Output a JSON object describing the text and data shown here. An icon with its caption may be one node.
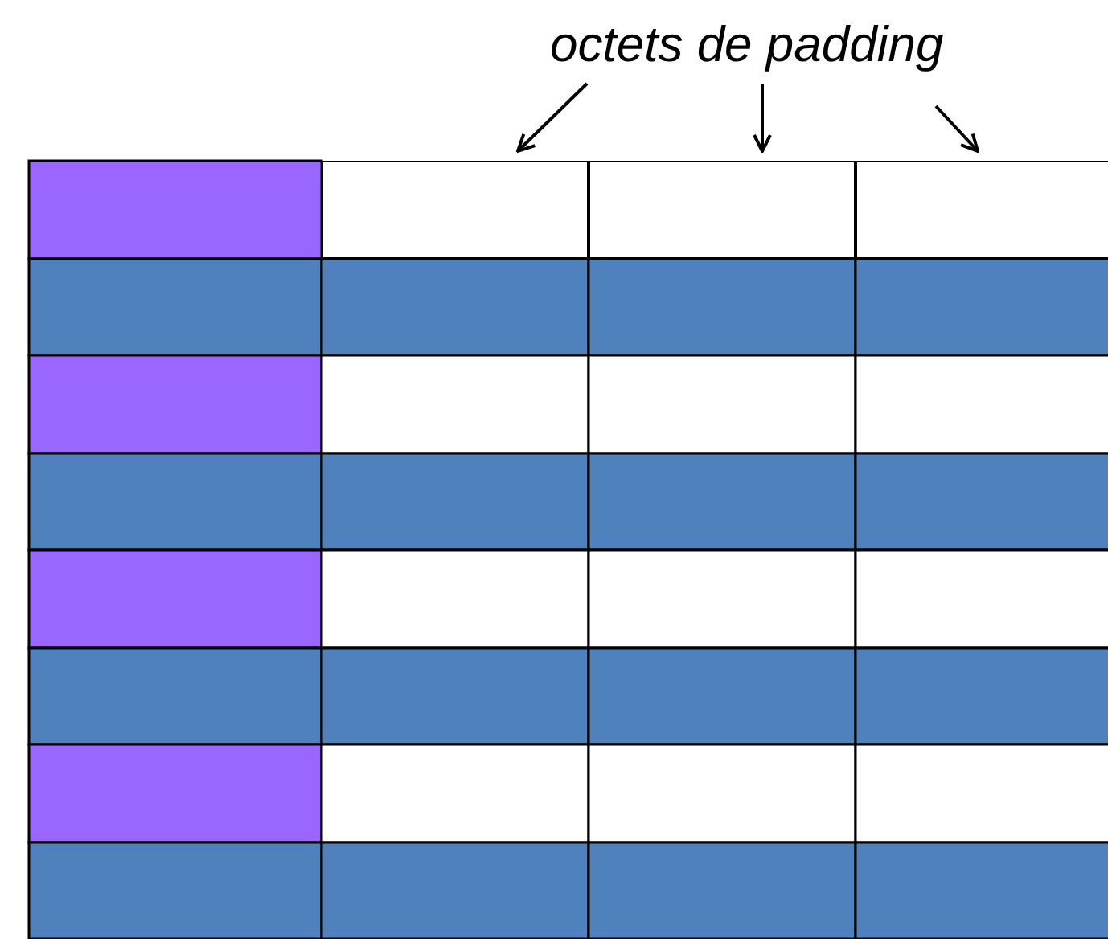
{
  "diagram": {
    "nodes": [
      {
        "text": [
          "octets de padding"
        ]
      },
      {
        "text": [],
        "shape": "box"
      },
      {
        "text": [],
        "shape": "box"
      },
      {
        "text": [],
        "shape": "box"
      }
    ],
    "edges": [
      {
        "from": 0,
        "to": 1,
        "arrow": "to"
      },
      {
        "from": 0,
        "to": 2,
        "arrow": "to"
      },
      {
        "from": 0,
        "to": 3,
        "arrow": "to"
      }
    ]
  }
}
